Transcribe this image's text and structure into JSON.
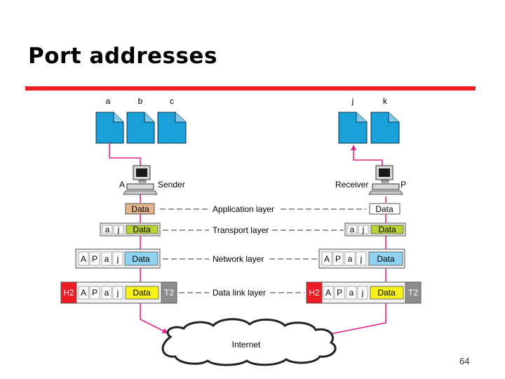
{
  "slide": {
    "title": "Port addresses",
    "page_number": "64"
  },
  "colors": {
    "accent_rule": "#ee1c25",
    "document": "#1aa0d8",
    "data_app": "#e3b58e",
    "data_transport": "#b8d432",
    "data_network": "#8fd3f0",
    "data_link": "#f7f31a",
    "header_h2": "#ed1c24",
    "trailer_t2": "#8c8c8c",
    "link_arrow": "#e62487"
  },
  "processes": {
    "sender": [
      "a",
      "b",
      "c"
    ],
    "receiver": [
      "j",
      "k"
    ]
  },
  "hosts": {
    "sender": {
      "letter": "A",
      "label": "Sender"
    },
    "receiver": {
      "letter": "P",
      "label": "Receiver"
    }
  },
  "layers": {
    "application": "Application layer",
    "transport": "Transport layer",
    "network": "Network layer",
    "datalink": "Data link layer"
  },
  "packet": {
    "data": "Data",
    "src_port": "a",
    "dst_port": "j",
    "src_addr": "A",
    "dst_addr": "P",
    "header": "H2",
    "trailer": "T2"
  },
  "network": {
    "label": "Internet"
  }
}
